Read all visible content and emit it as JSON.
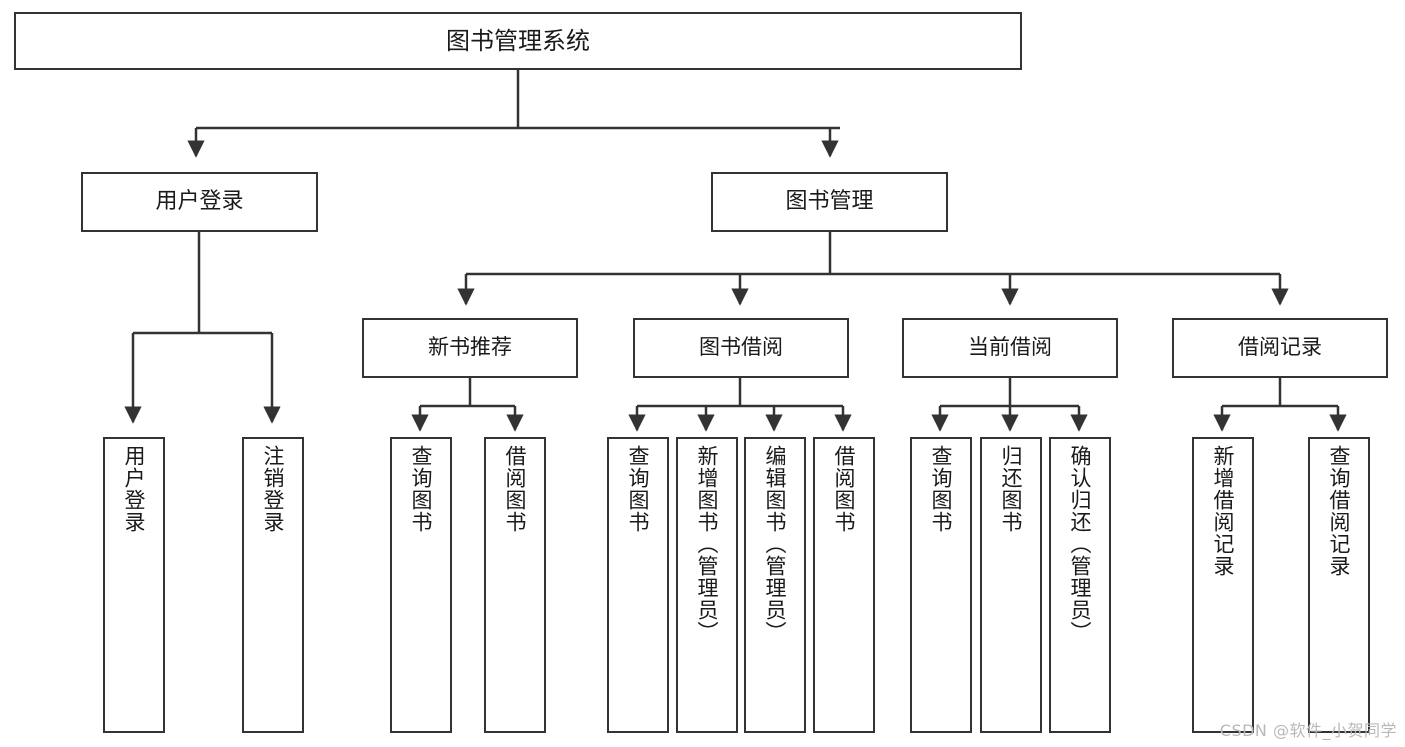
{
  "diagram": {
    "title": "图书管理系统",
    "type": "tree",
    "watermark": "CSDN @软件_小贺同学",
    "colors": {
      "stroke": "#333333",
      "fill": "#ffffff",
      "text": "#1a1a1a",
      "watermark": "#b8b8b8"
    },
    "nodes": {
      "root": {
        "label": "图书管理系统",
        "level": 1
      },
      "l2": [
        {
          "id": "user-login",
          "label": "用户登录",
          "level": 2
        },
        {
          "id": "book-manage",
          "label": "图书管理",
          "level": 2
        }
      ],
      "l3": [
        {
          "id": "new-book-recommend",
          "label": "新书推荐",
          "level": 3,
          "parent": "book-manage"
        },
        {
          "id": "book-borrow",
          "label": "图书借阅",
          "level": 3,
          "parent": "book-manage"
        },
        {
          "id": "current-borrow",
          "label": "当前借阅",
          "level": 3,
          "parent": "book-manage"
        },
        {
          "id": "borrow-record",
          "label": "借阅记录",
          "level": 3,
          "parent": "book-manage"
        }
      ],
      "leaves": [
        {
          "id": "leaf-user-login",
          "label": "用户登录",
          "parent": "user-login"
        },
        {
          "id": "leaf-user-logout",
          "label": "注销登录",
          "parent": "user-login"
        },
        {
          "id": "leaf-query-book-rec",
          "label": "查询图书",
          "parent": "new-book-recommend"
        },
        {
          "id": "leaf-borrow-book-rec",
          "label": "借阅图书",
          "parent": "new-book-recommend"
        },
        {
          "id": "leaf-query-book-bor",
          "label": "查询图书",
          "parent": "book-borrow"
        },
        {
          "id": "leaf-add-book",
          "label": "新增图书（管理员）",
          "parent": "book-borrow"
        },
        {
          "id": "leaf-edit-book",
          "label": "编辑图书（管理员）",
          "parent": "book-borrow"
        },
        {
          "id": "leaf-borrow-book",
          "label": "借阅图书",
          "parent": "book-borrow"
        },
        {
          "id": "leaf-query-book-cur",
          "label": "查询图书",
          "parent": "current-borrow"
        },
        {
          "id": "leaf-return-book",
          "label": "归还图书",
          "parent": "current-borrow"
        },
        {
          "id": "leaf-confirm-return",
          "label": "确认归还（管理员）",
          "parent": "current-borrow"
        },
        {
          "id": "leaf-add-record",
          "label": "新增借阅记录",
          "parent": "borrow-record"
        },
        {
          "id": "leaf-query-record",
          "label": "查询借阅记录",
          "parent": "borrow-record"
        }
      ]
    }
  }
}
